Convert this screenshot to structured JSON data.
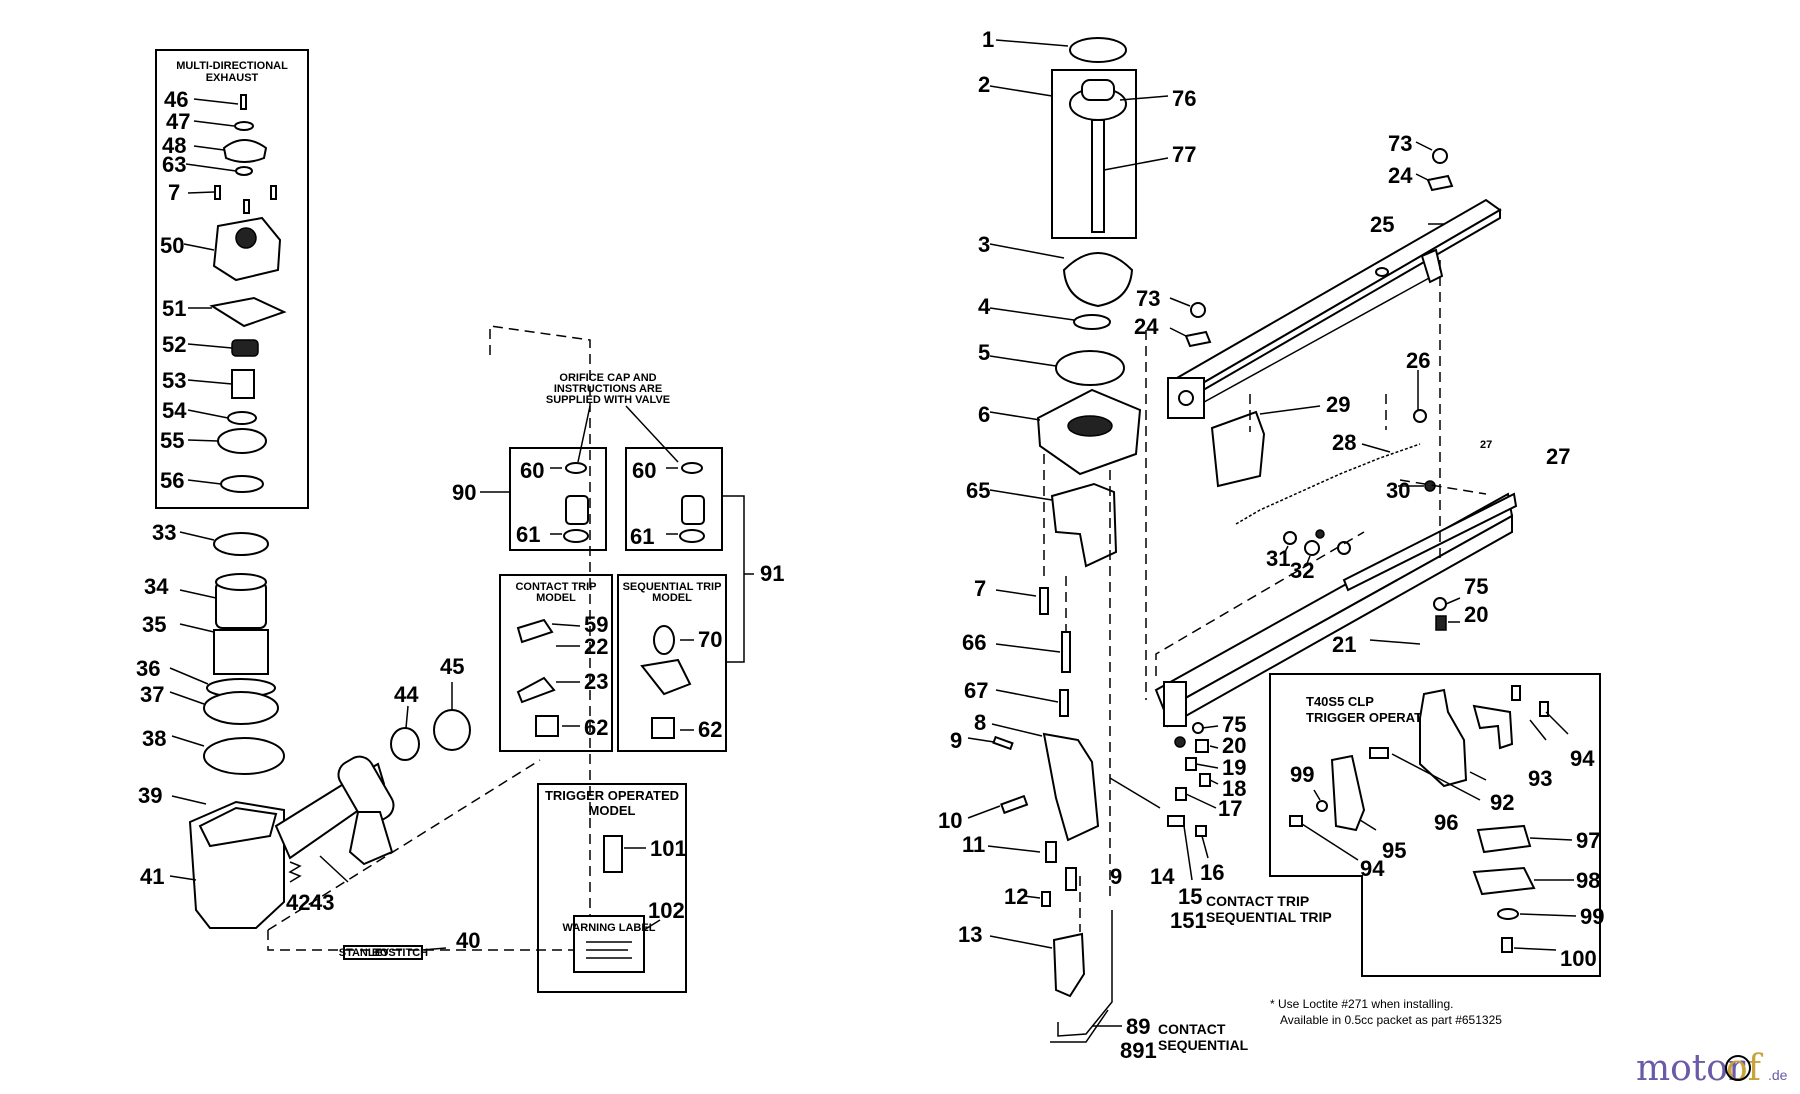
{
  "boxes": {
    "exhaust_title_1": "MULTI-DIRECTIONAL",
    "exhaust_title_2": "EXHAUST",
    "orifice_1": "ORIFICE CAP AND",
    "orifice_2": "INSTRUCTIONS ARE",
    "orifice_3": "SUPPLIED WITH VALVE",
    "contact_trip_1": "CONTACT TRIP",
    "contact_trip_2": "MODEL",
    "sequential_trip_1": "SEQUENTIAL TRIP",
    "sequential_trip_2": "MODEL",
    "trigger_operated_1": "TRIGGER OPERATED",
    "trigger_operated_2": "MODEL",
    "warning_label": "WARNING LABEL",
    "clp_1": "T40S5 CLP",
    "clp_2": "TRIGGER OPERATED"
  },
  "brand": {
    "left": "STANLEY",
    "right": "BOSTITCH"
  },
  "captions": {
    "contact_trip": "CONTACT TRIP",
    "sequential_trip": "SEQUENTIAL TRIP",
    "contact": "CONTACT",
    "sequential": "SEQUENTIAL"
  },
  "note": {
    "line1": "* Use Loctite #271 when installing.",
    "line2": "Available in 0.5cc packet as part #651325"
  },
  "watermark": {
    "a": "motor",
    "b": "of",
    "c": ".de"
  },
  "labels": [
    "46",
    "47",
    "48",
    "63",
    "7",
    "50",
    "51",
    "52",
    "53",
    "54",
    "55",
    "56",
    "33",
    "34",
    "35",
    "36",
    "37",
    "38",
    "39",
    "41",
    "42",
    "43",
    "40",
    "44",
    "45",
    "90",
    "60",
    "61",
    "60",
    "61",
    "91",
    "59",
    "22",
    "23",
    "62",
    "70",
    "62",
    "101",
    "102",
    "1",
    "2",
    "76",
    "77",
    "3",
    "4",
    "5",
    "6",
    "65",
    "7",
    "66",
    "67",
    "8",
    "9",
    "10",
    "11",
    "12",
    "13",
    "89",
    "891",
    "73",
    "24",
    "73",
    "24",
    "25",
    "26",
    "27",
    "27",
    "28",
    "29",
    "30",
    "31",
    "32",
    "75",
    "20",
    "21",
    "75",
    "20",
    "19",
    "18",
    "17",
    "16",
    "15",
    "151",
    "14",
    "9",
    "99",
    "94",
    "95",
    "96",
    "92",
    "93",
    "94",
    "97",
    "98",
    "99",
    "100"
  ]
}
